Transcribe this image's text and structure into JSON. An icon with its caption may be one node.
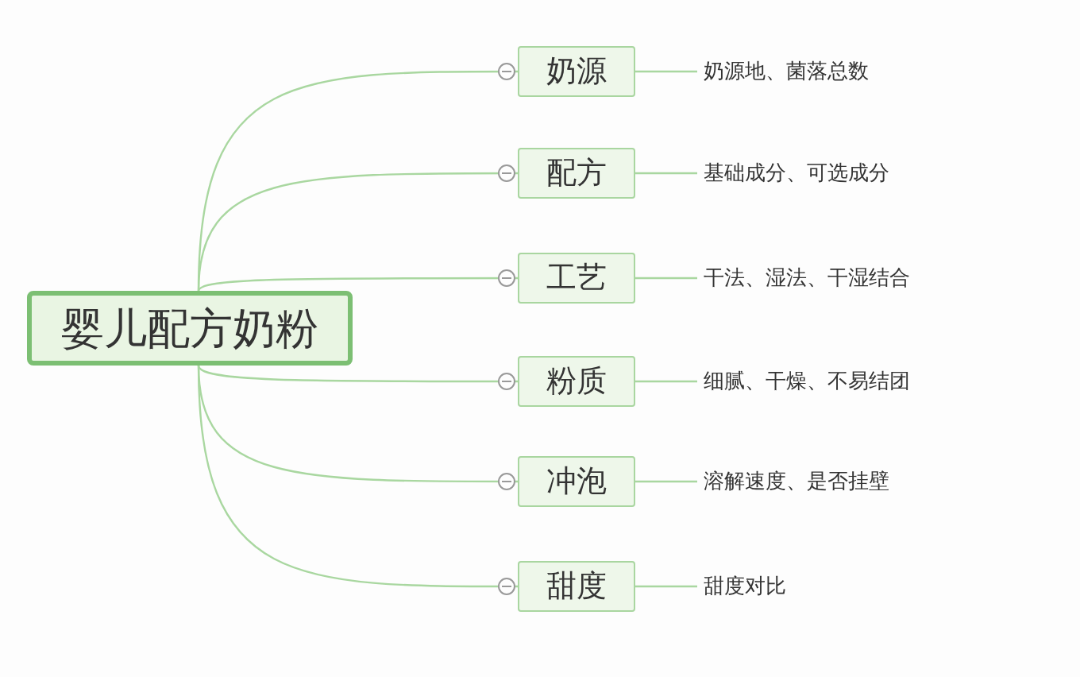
{
  "diagram": {
    "nodes": [
      {
        "text": [
          "婴儿配方奶粉"
        ]
      },
      {
        "text": [
          "奶源"
        ]
      },
      {
        "text": [
          "奶源地、菌落总数"
        ]
      },
      {
        "text": [
          "配方"
        ]
      },
      {
        "text": [
          "基础成分、可选成分"
        ]
      },
      {
        "text": [
          "工艺"
        ]
      },
      {
        "text": [
          "干法、湿法、干湿结合"
        ]
      },
      {
        "text": [
          "粉质"
        ]
      },
      {
        "text": [
          "细腻、干燥、不易结团"
        ]
      },
      {
        "text": [
          "冲泡"
        ]
      },
      {
        "text": [
          "溶解速度、是否挂壁"
        ]
      },
      {
        "text": [
          "甜度"
        ]
      },
      {
        "text": [
          "甜度对比"
        ]
      }
    ],
    "edges": [
      {
        "from": 0,
        "to": 1,
        "arrow": "none"
      },
      {
        "from": 1,
        "to": 2,
        "arrow": "none"
      },
      {
        "from": 0,
        "to": 3,
        "arrow": "none"
      },
      {
        "from": 3,
        "to": 4,
        "arrow": "none"
      },
      {
        "from": 0,
        "to": 5,
        "arrow": "none"
      },
      {
        "from": 5,
        "to": 6,
        "arrow": "none"
      },
      {
        "from": 0,
        "to": 7,
        "arrow": "none"
      },
      {
        "from": 7,
        "to": 8,
        "arrow": "none"
      },
      {
        "from": 0,
        "to": 9,
        "arrow": "none"
      },
      {
        "from": 9,
        "to": 10,
        "arrow": "none"
      },
      {
        "from": 0,
        "to": 11,
        "arrow": "none"
      },
      {
        "from": 11,
        "to": 12,
        "arrow": "none"
      }
    ]
  }
}
